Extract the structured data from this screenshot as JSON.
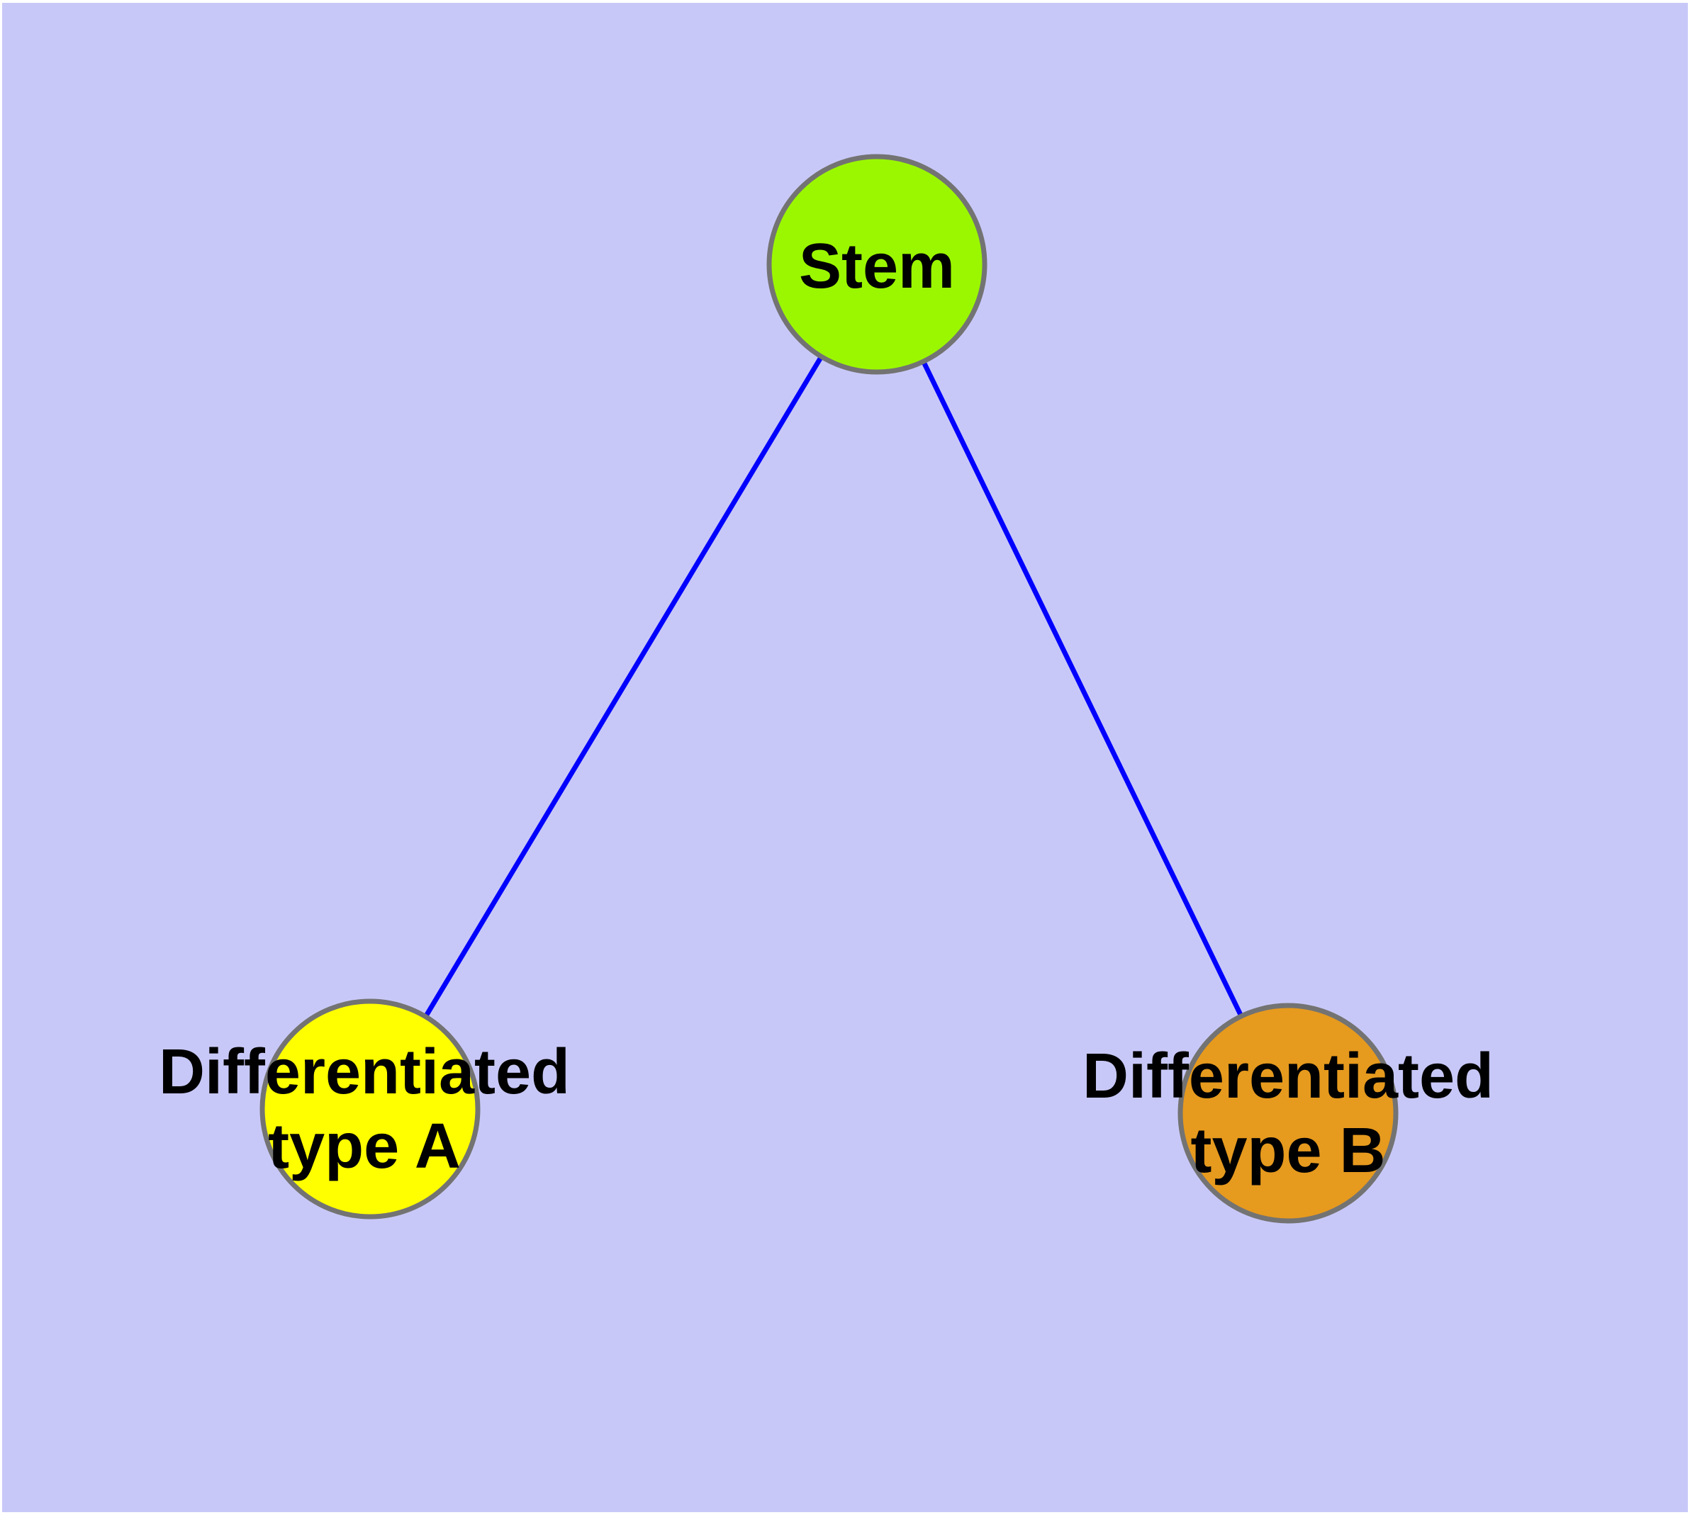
{
  "diagram": {
    "type": "node-link-graph",
    "style": {
      "frame_color": "#FFFFFF",
      "background_color": "#C8C8F8",
      "edge_color": "#0000FF",
      "node_border_color": "#737373",
      "label_color": "#000000"
    },
    "nodes": [
      {
        "id": "stem",
        "label": "Stem",
        "fill": "#9BF700"
      },
      {
        "id": "differentiated-type-a",
        "label": "Differentiated type A",
        "label_line1": "Differentiated",
        "label_line2": "type A",
        "fill": "#FFFF00"
      },
      {
        "id": "differentiated-type-b",
        "label": "Differentiated type B",
        "label_line1": "Differentiated",
        "label_line2": "type B",
        "fill": "#E69A1E"
      }
    ],
    "edges": [
      {
        "source": "Stem",
        "target": "Differentiated type A"
      },
      {
        "source": "Stem",
        "target": "Differentiated type B"
      }
    ]
  }
}
